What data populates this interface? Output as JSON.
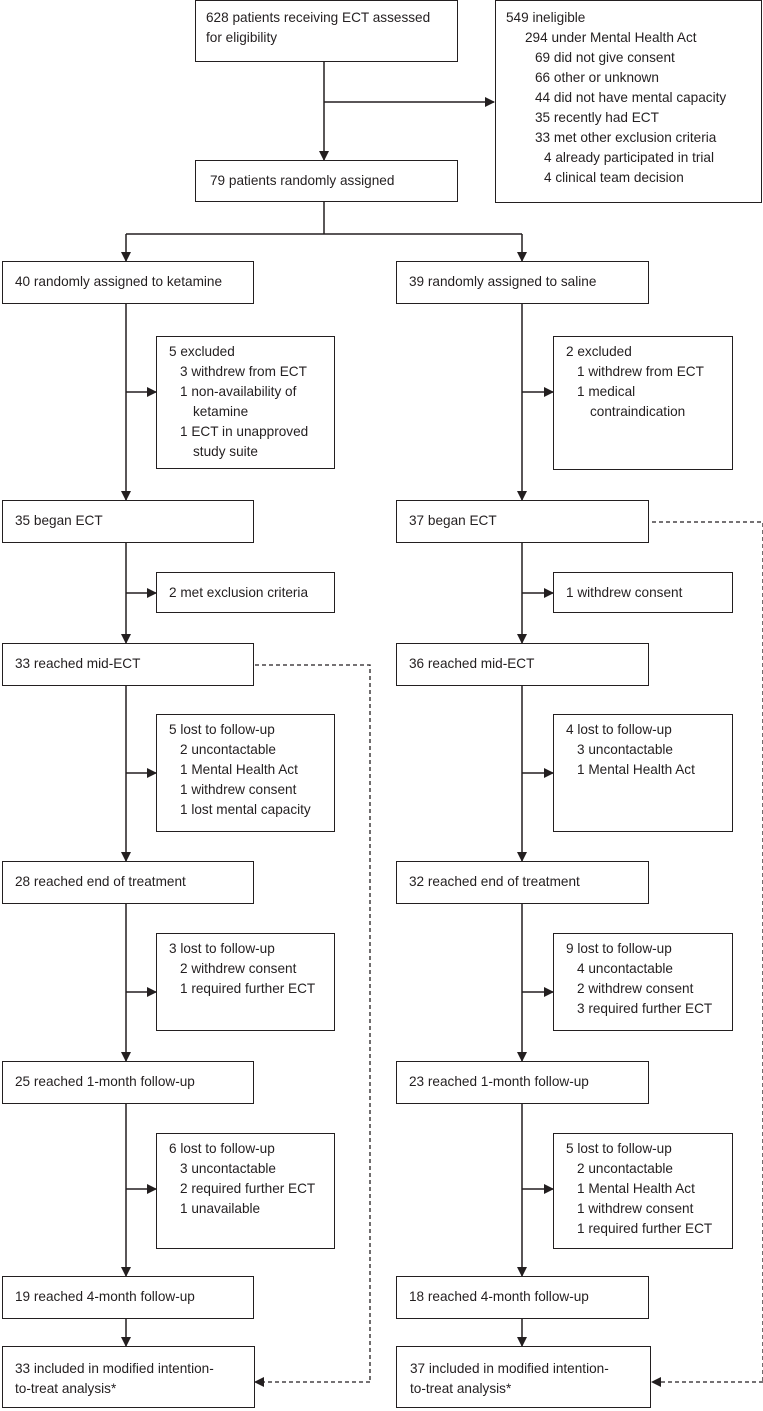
{
  "eligibility": {
    "assessed": [
      "628 patients receiving ECT assessed",
      "for eligibility"
    ],
    "ineligible": {
      "total": "549 ineligible",
      "mha": "294 under Mental Health Act",
      "items": [
        "69 did not give consent",
        "66 other or unknown",
        "44 did not have mental capacity",
        "35 recently had ECT",
        "33 met other exclusion criteria"
      ],
      "sub_items": [
        "4 already participated in trial",
        "4 clinical team decision"
      ]
    }
  },
  "randomised": "79 patients randomly assigned",
  "ketamine": {
    "assigned": "40 randomly assigned to ketamine",
    "excluded": {
      "title": "5 excluded",
      "lines": [
        "3 withdrew from ECT",
        "1 non-availability of",
        "ketamine",
        "1 ECT in unapproved",
        "study suite"
      ]
    },
    "began": "35 began ECT",
    "exclusion": "2 met exclusion criteria",
    "mid": "33 reached mid-ECT",
    "lost_mid": {
      "title": "5 lost to follow-up",
      "lines": [
        "2 uncontactable",
        "1 Mental Health Act",
        "1 withdrew consent",
        "1 lost mental capacity"
      ]
    },
    "end": "28 reached end of treatment",
    "lost_end": {
      "title": "3 lost to follow-up",
      "lines": [
        "2 withdrew consent",
        "1 required further ECT"
      ]
    },
    "month1": "25 reached 1-month follow-up",
    "lost_m1": {
      "title": "6 lost to follow-up",
      "lines": [
        "3 uncontactable",
        "2 required further ECT",
        "1 unavailable"
      ]
    },
    "month4": "19 reached 4-month follow-up",
    "analysis": [
      "33 included in modified intention-",
      "to-treat analysis*"
    ]
  },
  "saline": {
    "assigned": "39 randomly assigned to saline",
    "excluded": {
      "title": "2 excluded",
      "lines": [
        "1 withdrew from ECT",
        "1 medical",
        "contraindication"
      ]
    },
    "began": "37 began ECT",
    "withdrew": "1 withdrew consent",
    "mid": "36 reached mid-ECT",
    "lost_mid": {
      "title": "4 lost to follow-up",
      "lines": [
        "3 uncontactable",
        "1 Mental Health Act"
      ]
    },
    "end": "32 reached end of treatment",
    "lost_end": {
      "title": "9 lost to follow-up",
      "lines": [
        "4 uncontactable",
        "2 withdrew consent",
        "3 required further ECT"
      ]
    },
    "month1": "23 reached 1-month follow-up",
    "lost_m1": {
      "title": "5 lost to follow-up",
      "lines": [
        "2 uncontactable",
        "1 Mental Health Act",
        "1 withdrew consent",
        "1 required further ECT"
      ]
    },
    "month4": "18 reached 4-month follow-up",
    "analysis": [
      "37 included in modified intention-",
      "to-treat analysis*"
    ]
  }
}
